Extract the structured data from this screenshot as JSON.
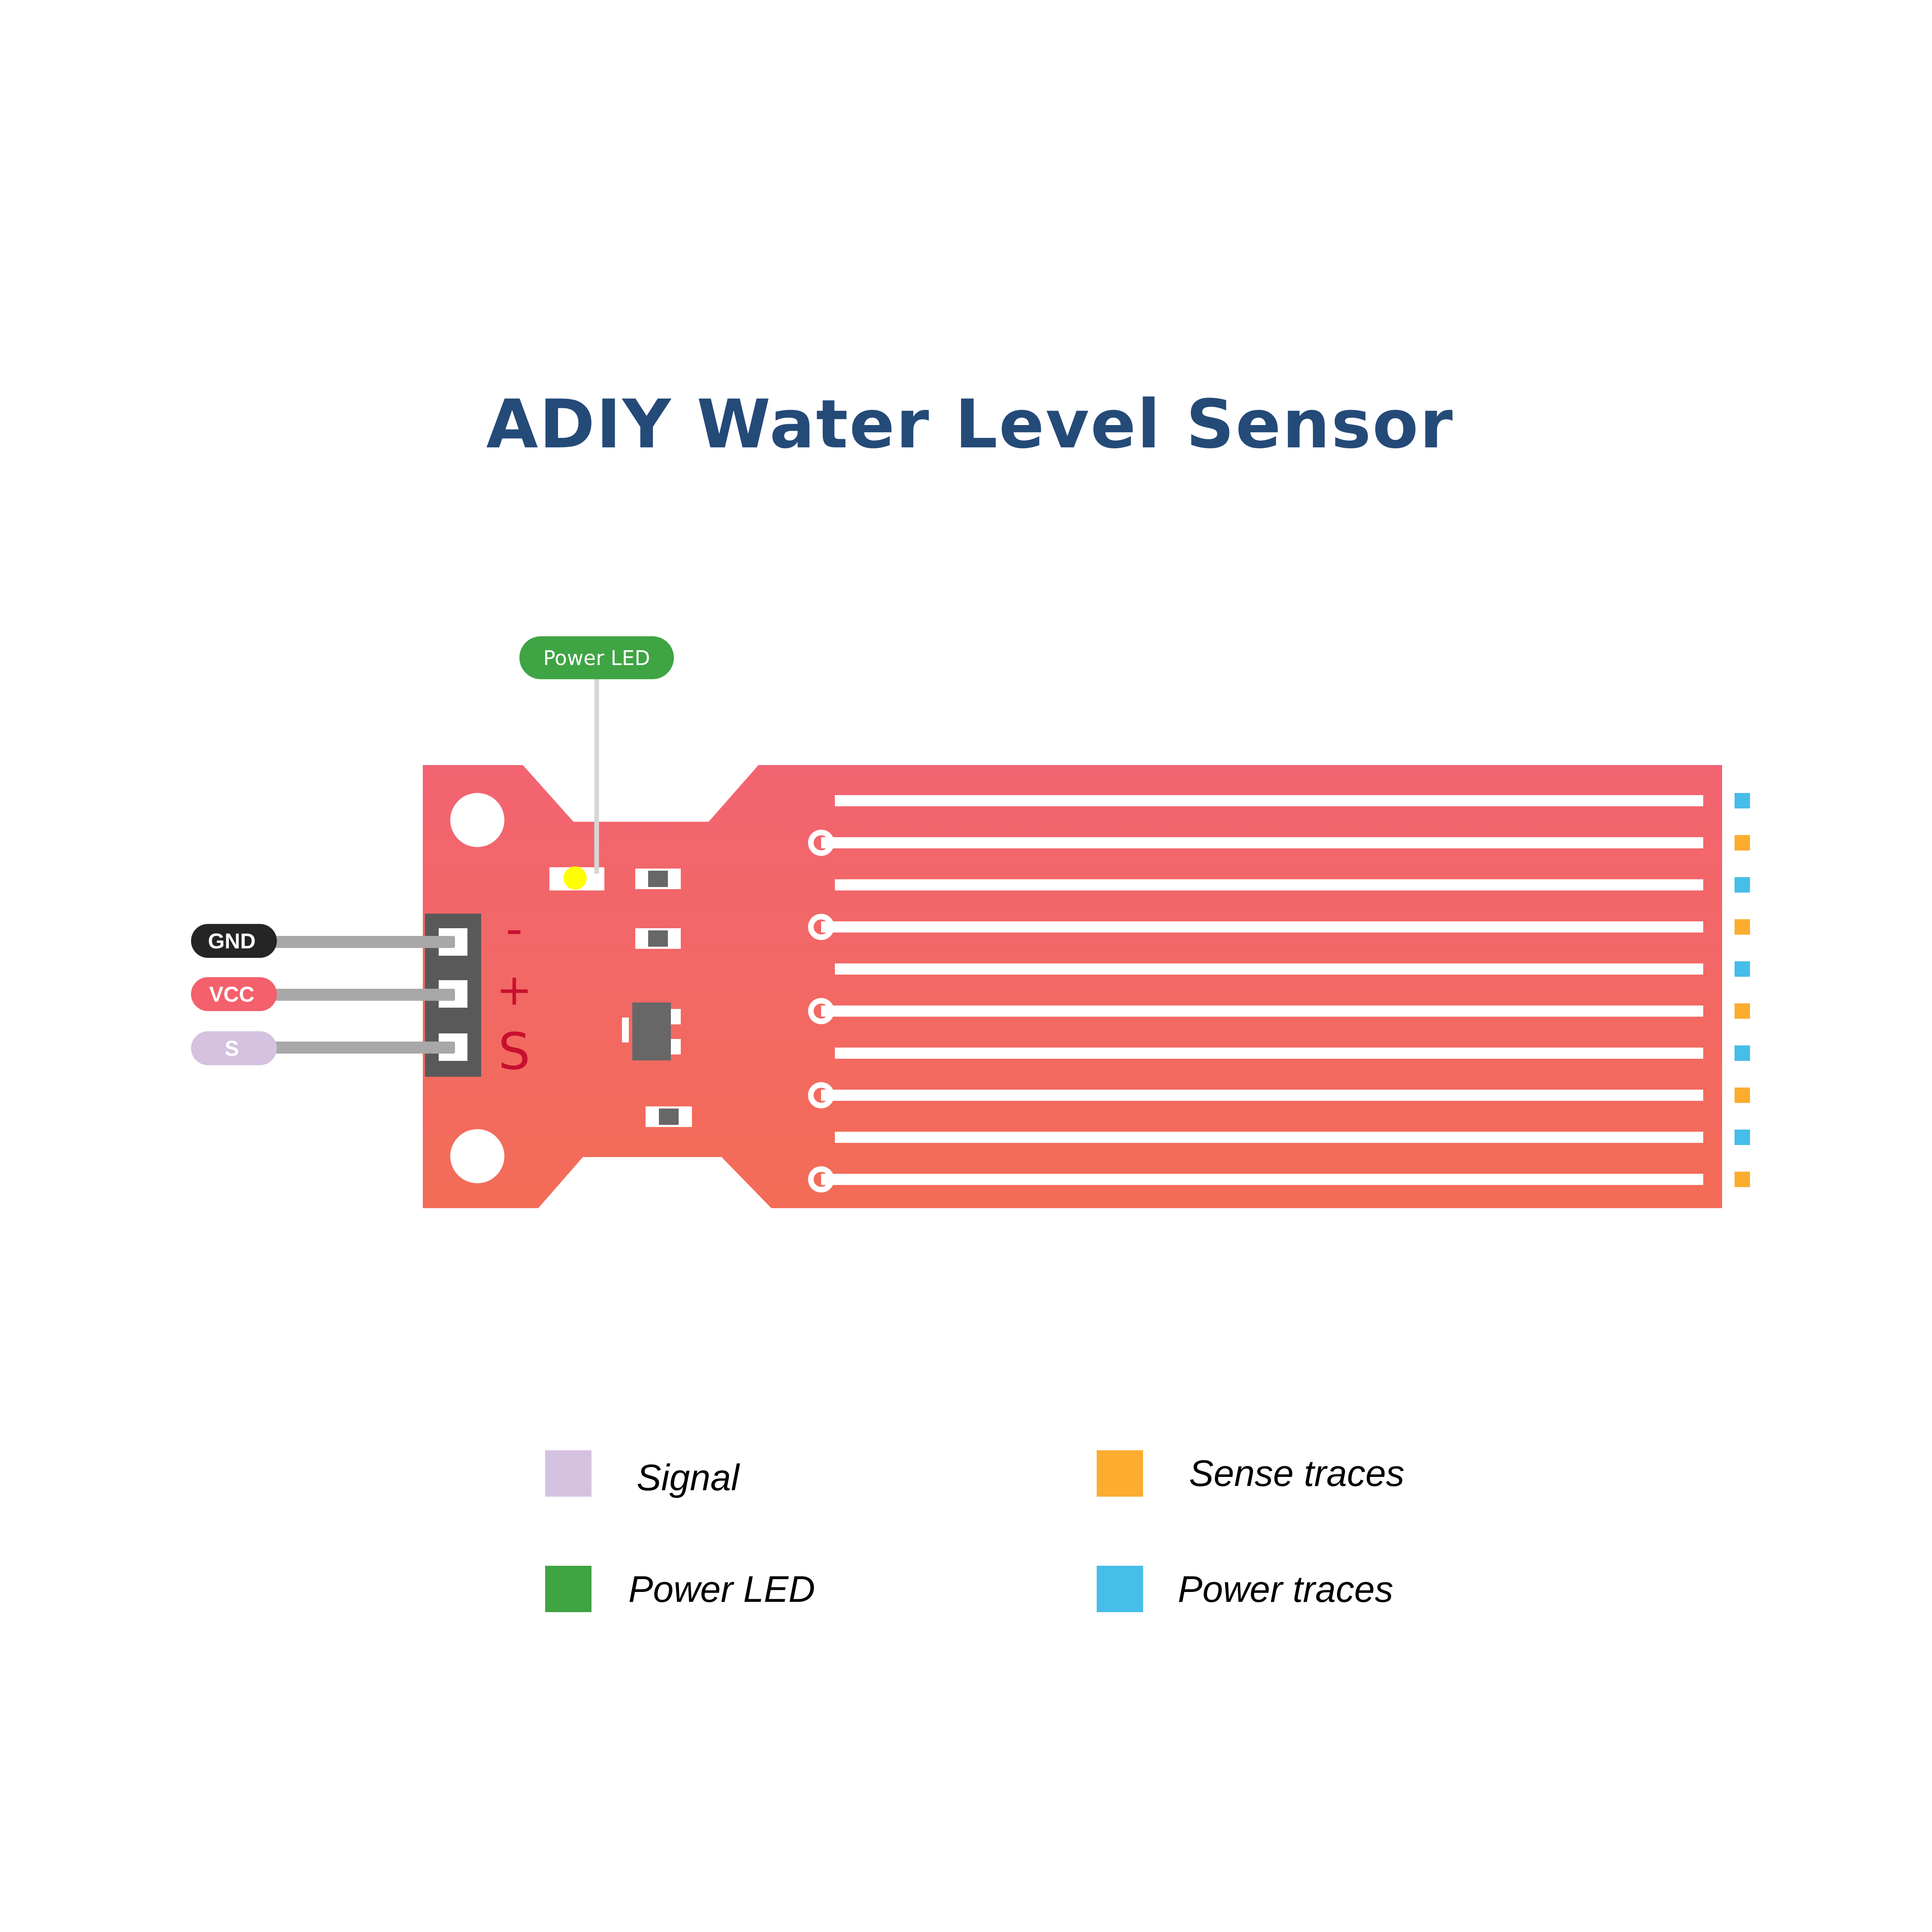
{
  "title": "ADIY Water Level Sensor",
  "colors": {
    "title": "#244a78",
    "board_top": "#f26471",
    "board_bottom": "#f36c57",
    "gnd": "#252525",
    "vcc": "#f4606b",
    "signal": "#d5c2e0",
    "power_led": "#3fa444",
    "sense_traces": "#fcad30",
    "power_traces": "#47bde9",
    "header": "#595959",
    "wire": "#a8a8a8",
    "marking": "#c8102e",
    "led": "#ffff00"
  },
  "pins": [
    {
      "label": "GND",
      "marking": "-"
    },
    {
      "label": "VCC",
      "marking": "+"
    },
    {
      "label": "S",
      "marking": "S"
    }
  ],
  "callout": {
    "label": "Power LED"
  },
  "traces": [
    {
      "type": "power"
    },
    {
      "type": "sense"
    },
    {
      "type": "power"
    },
    {
      "type": "sense"
    },
    {
      "type": "power"
    },
    {
      "type": "sense"
    },
    {
      "type": "power"
    },
    {
      "type": "sense"
    },
    {
      "type": "power"
    },
    {
      "type": "sense"
    }
  ],
  "legend": {
    "items": [
      {
        "key": "signal",
        "label": "Signal"
      },
      {
        "key": "sense_traces",
        "label": "Sense traces"
      },
      {
        "key": "power_led",
        "label": "Power LED"
      },
      {
        "key": "power_traces",
        "label": "Power traces"
      }
    ]
  }
}
